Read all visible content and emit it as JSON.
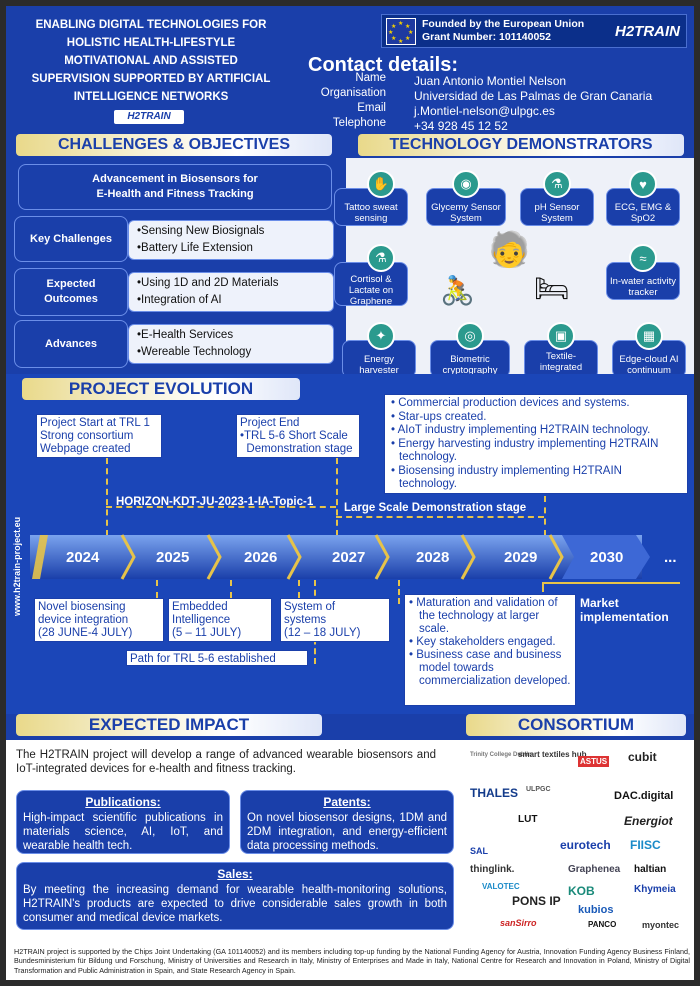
{
  "header": {
    "title_lines": [
      "Enabling Digital Technologies for",
      "Holistic Health-lifestyle",
      "motivational and assisted",
      "supervision supported by Artificial",
      "Intelligence Networks"
    ],
    "logo_text": "H2TRAIN"
  },
  "eu": {
    "line1": "Founded by the European Union",
    "line2": "Grant Number: 101140052",
    "logo": "H2TRAIN"
  },
  "contact": {
    "heading": "Contact details:",
    "name_label": "Name",
    "org_label": "Organisation",
    "email_label": "Email",
    "phone_label": "Telephone",
    "name": "Juan Antonio Montiel Nelson",
    "org": "Universidad de Las Palmas de Gran Canaria",
    "email": "j.Montiel-nelson@ulpgc.es",
    "phone": "+34 928 45 12 52"
  },
  "challenges": {
    "heading": "CHALLENGES & OBJECTIVES",
    "top": [
      "Advancement in Biosensors for",
      "E-Health and Fitness Tracking"
    ],
    "rows": [
      {
        "label": "Key Challenges",
        "items": [
          "Sensing New Biosignals",
          "Battery Life Extension"
        ]
      },
      {
        "label": "Expected Outcomes",
        "items": [
          "Using 1D and 2D Materials",
          "Integration of AI"
        ]
      },
      {
        "label": "Advances",
        "items": [
          "E-Health Services",
          "Wereable Technology"
        ]
      }
    ]
  },
  "tech": {
    "heading": "TECHNOLOGY DEMONSTRATORS",
    "items": [
      "Tattoo sweat sensing",
      "Glycemy Sensor System",
      "pH Sensor System",
      "ECG, EMG & SpO2",
      "Cortisol & Lactate on Graphene",
      "In-water activity tracker",
      "Energy harvester",
      "Biometric cryptography",
      "Textile-integrated tracker",
      "Edge-cloud AI continuum"
    ],
    "icons": [
      "hand-icon",
      "drop-icon",
      "ph-icon",
      "heart-icon",
      "flask-icon",
      "swim-icon",
      "bulb-icon",
      "fingerprint-icon",
      "shirt-icon",
      "chip-icon"
    ]
  },
  "evolution": {
    "heading": "PROJECT EVOLUTION",
    "side_url": "www.h2train-project.eu",
    "years": [
      "2024",
      "2025",
      "2026",
      "2027",
      "2028",
      "2029",
      "2030",
      "..."
    ],
    "start": [
      "Project Start at TRL 1",
      "Strong consortium",
      "Webpage created"
    ],
    "end": [
      "Project End",
      "•TRL 5-6 Short Scale",
      "  Demonstration stage"
    ],
    "call": "HORIZON-KDT-JU-2023-1-IA-Topic-1",
    "large": "Large Scale Demonstration stage",
    "market": "Market implementation",
    "market_list": [
      "Commercial production devices and systems.",
      "Star-ups created.",
      "AIoT industry implementing H2TRAIN technology.",
      "Energy harvesting industry implementing H2TRAIN technology.",
      "Biosensing industry implementing H2TRAIN technology."
    ],
    "m1": [
      "Novel biosensing",
      "device integration",
      "(28 JUNE-4 JULY)"
    ],
    "m2": [
      "Embedded",
      "Intelligence",
      "(5 – 11 JULY)"
    ],
    "m3": [
      "System of",
      "systems",
      "(12 – 18 JULY)"
    ],
    "trl": "Path for TRL 5-6 established",
    "later": [
      "Maturation and validation of the technology at larger scale.",
      "Key stakeholders engaged.",
      "Business case and business model towards commercialization developed."
    ]
  },
  "impact": {
    "heading": "EXPECTED IMPACT",
    "intro": "The H2TRAIN project will develop a range of advanced wearable biosensors and IoT-integrated devices for e-health and fitness tracking.",
    "pub_h": "Publications:",
    "pub": "High-impact scientific publications in materials science, AI, IoT, and wearable health tech.",
    "pat_h": "Patents:",
    "pat": "On novel biosensor designs, 1DM and 2DM integration, and energy-efficient data processing methods.",
    "sales_h": "Sales:",
    "sales": "By meeting the increasing demand for wearable health-monitoring solutions, H2TRAIN's products are expected to drive considerable sales growth in both consumer and medical device markets."
  },
  "consortium": {
    "heading": "CONSORTIUM",
    "logos": [
      "smart textiles hub",
      "ASTUS",
      "cubit",
      "THALES",
      "DAC.digital",
      "Energiot",
      "eurotech",
      "FIISC",
      "SAL",
      "thinglink.",
      "Graphenea",
      "haltian",
      "Khymeia",
      "VALOTEC",
      "PONS IP",
      "KOB",
      "kubios",
      "sanSirro",
      "PANCO",
      "myontec",
      "Trinity College Dublin",
      "ULPGC",
      "LUT"
    ]
  },
  "footer": "H2TRAIN project is supported by the Chips Joint Undertaking (GA 101140052) and its members including top-up funding by the National Funding Agency for Austria, Innovation Funding Agency Business Finland, Bundesministerium für Bildung und Forschung, Ministry of Universities and Research in Italy, Ministry of Enterprises and Made in Italy, National Centre for Research and Innovation in Poland, Ministry of Digital Transformation and Public Administration in Spain, and State Research Agency in Spain."
}
